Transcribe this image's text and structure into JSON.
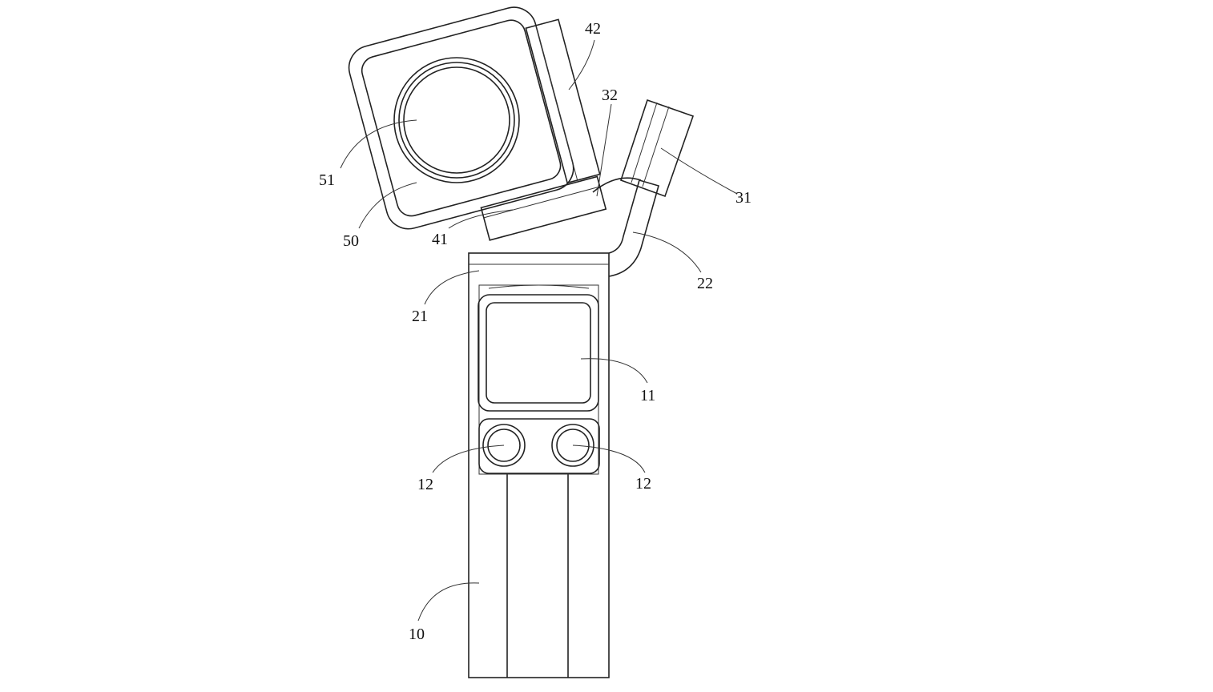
{
  "figure": {
    "labels": {
      "l42": "42",
      "l32": "32",
      "l51": "51",
      "l31": "31",
      "l50": "50",
      "l41": "41",
      "l22": "22",
      "l21": "21",
      "l11": "11",
      "l12a": "12",
      "l12b": "12",
      "l10": "10"
    }
  }
}
